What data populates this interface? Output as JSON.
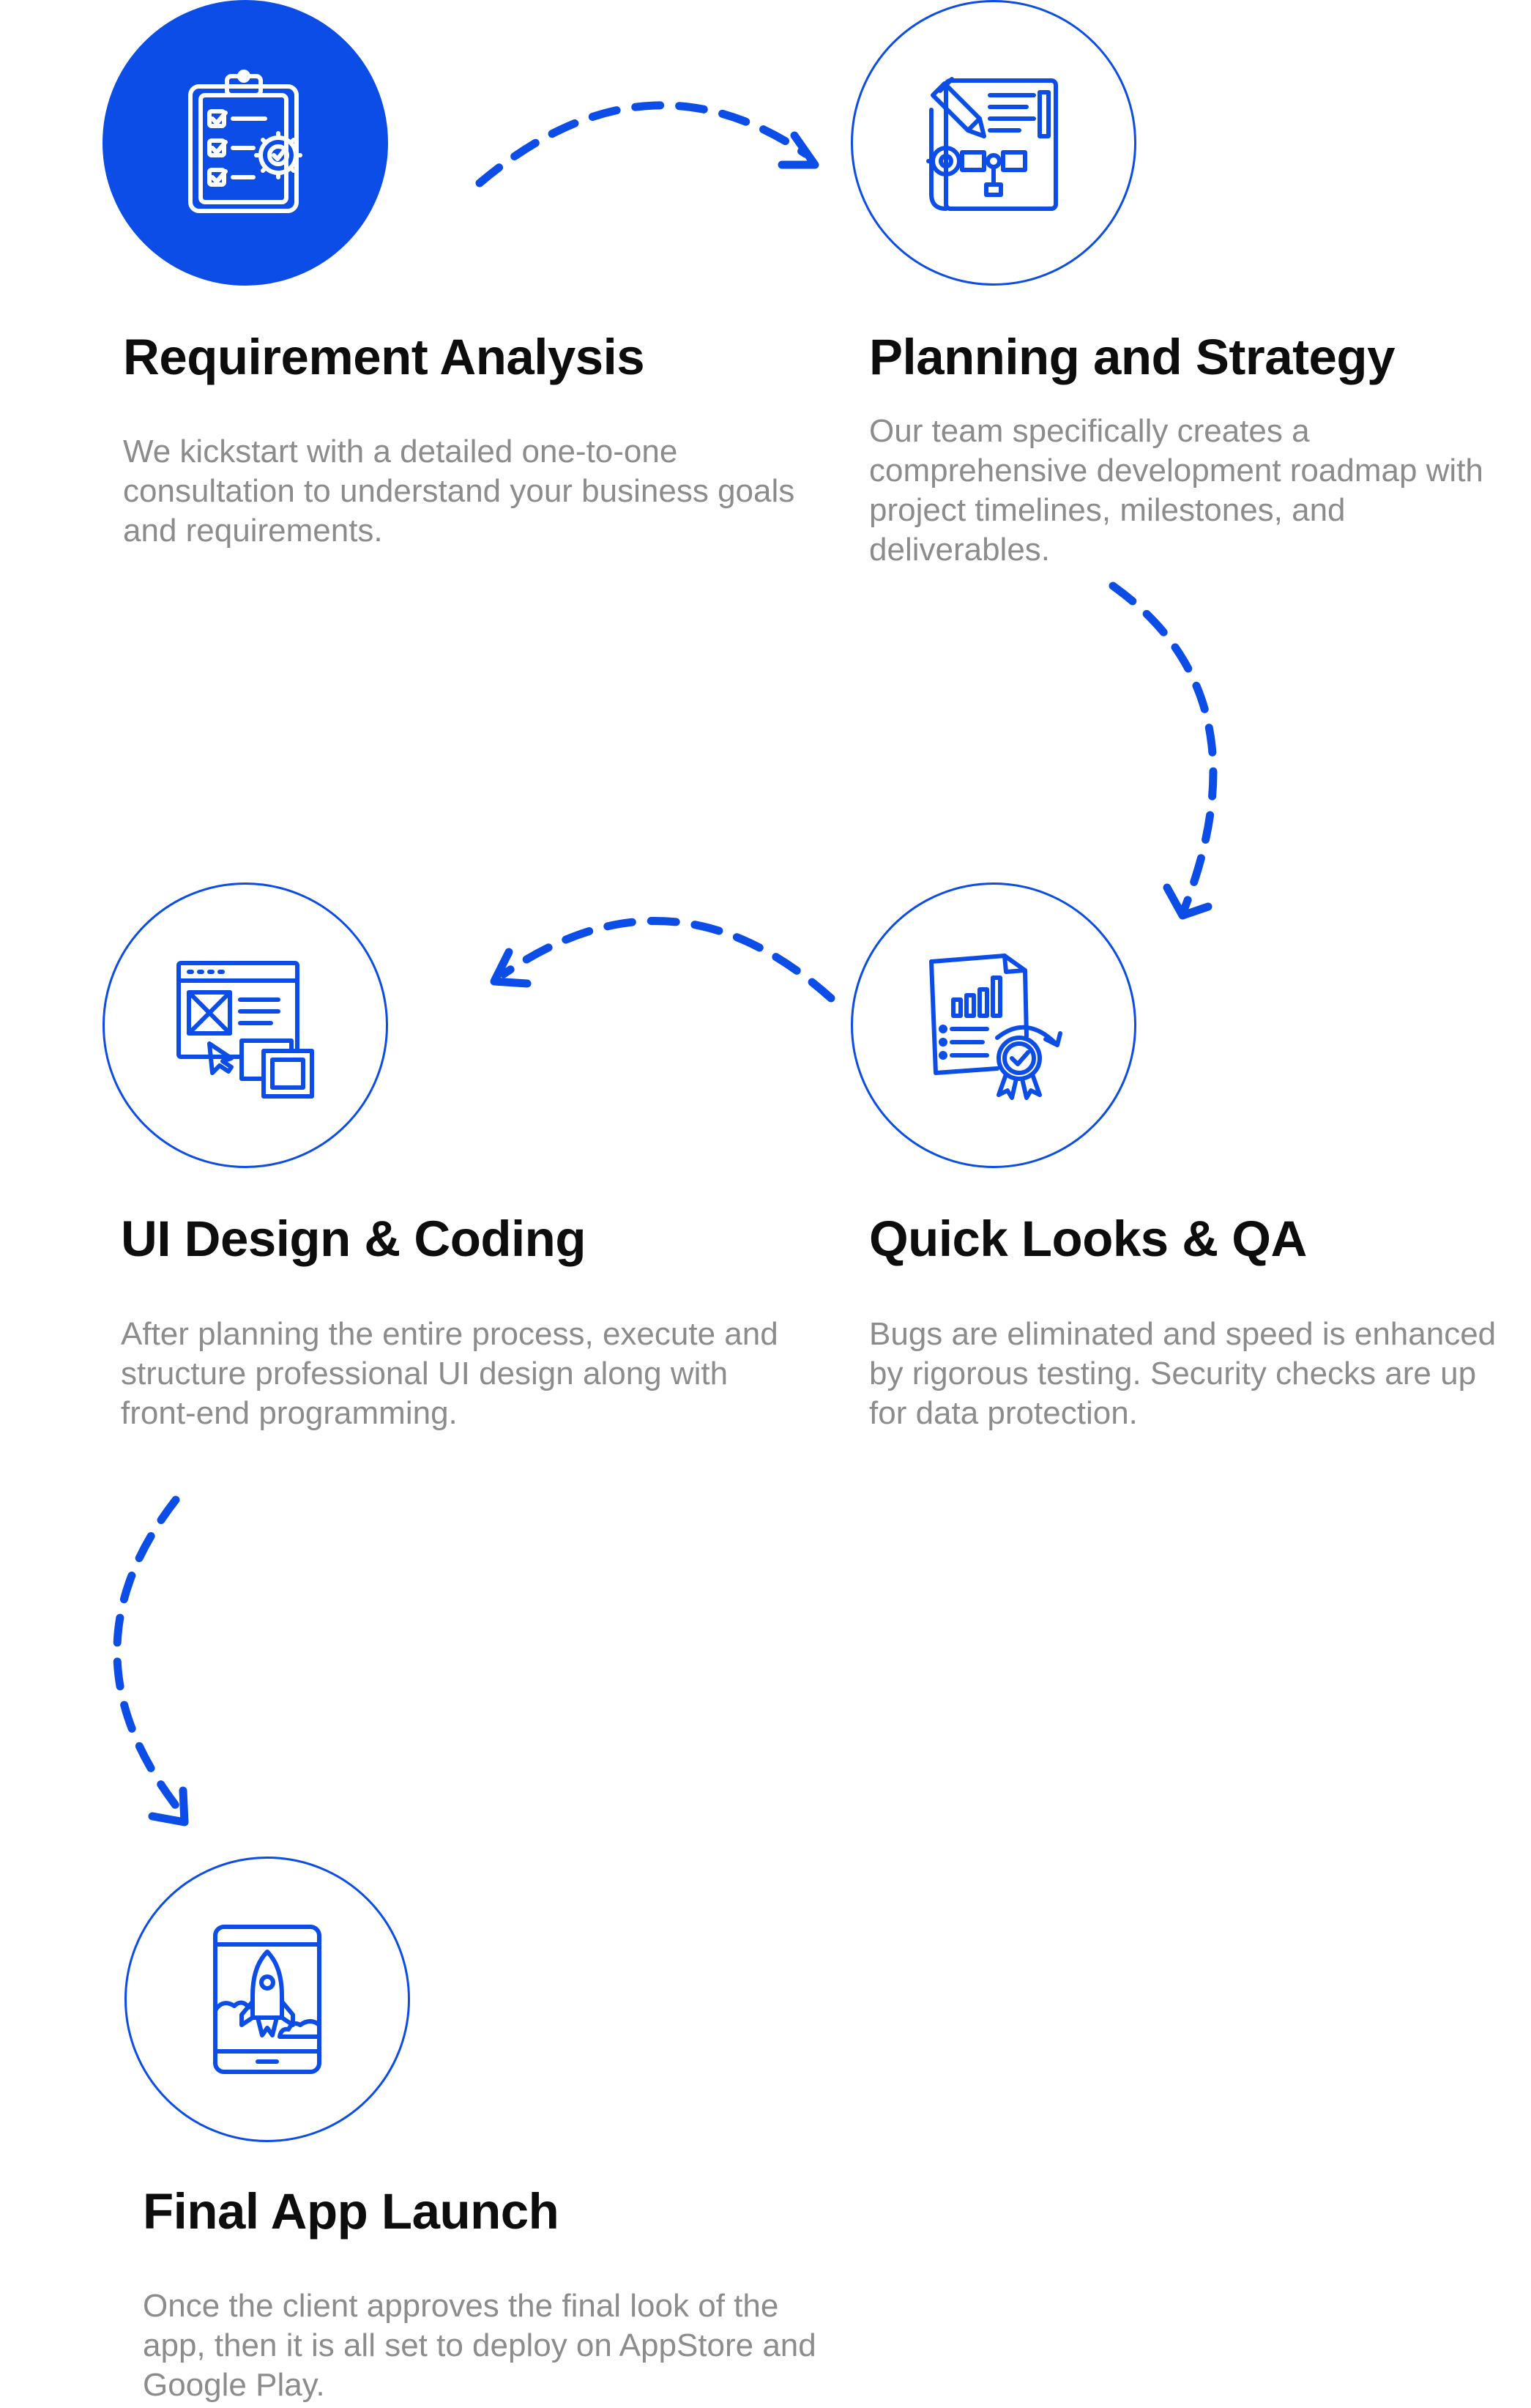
{
  "accent_color": "#0b4de6",
  "steps": [
    {
      "title": "Requirement Analysis",
      "description": "We kickstart with a detailed one-to-one consultation to understand your business goals and requirements.",
      "icon": "clipboard-checklist-gear-icon"
    },
    {
      "title": "Planning and Strategy",
      "description": "Our team specifically creates a comprehensive development roadmap with project timelines, milestones, and deliverables.",
      "icon": "blueprint-pencil-gear-icon"
    },
    {
      "title": "UI Design & Coding",
      "description": "After planning the entire process, execute and structure professional UI design along with front-end programming.",
      "icon": "wireframe-windows-icon"
    },
    {
      "title": "Quick Looks & QA",
      "description": "Bugs are eliminated and speed is enhanced by rigorous testing. Security checks are up for data protection.",
      "icon": "report-certificate-badge-icon"
    },
    {
      "title": "Final App Launch",
      "description": "Once the client approves the final look of the app, then it is all set to deploy on AppStore and Google Play.",
      "icon": "smartphone-rocket-icon"
    }
  ]
}
